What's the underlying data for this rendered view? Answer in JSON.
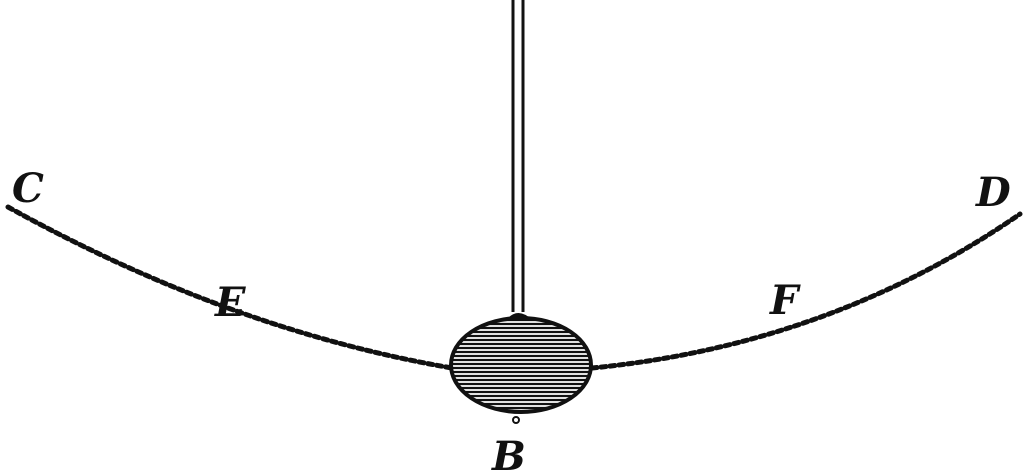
{
  "labels": {
    "c": "C",
    "d": "D",
    "e": "E",
    "f": "F",
    "b": "B"
  },
  "colors": {
    "ink": "#111111",
    "paper": "#ffffff"
  }
}
